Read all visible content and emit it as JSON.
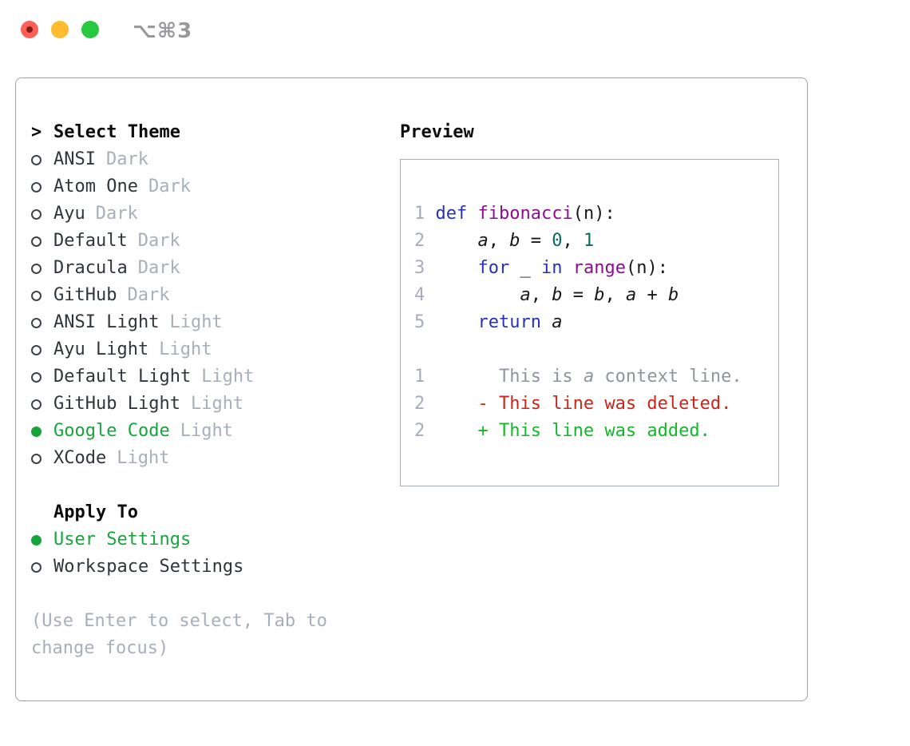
{
  "titlebar": {
    "title": "⌥⌘3",
    "buttons": [
      "close",
      "minimize",
      "zoom"
    ]
  },
  "theme_list": {
    "marker": ">",
    "header": "Select Theme",
    "items": [
      {
        "name": "ANSI",
        "variant": "Dark",
        "selected": false
      },
      {
        "name": "Atom One",
        "variant": "Dark",
        "selected": false
      },
      {
        "name": "Ayu",
        "variant": "Dark",
        "selected": false
      },
      {
        "name": "Default",
        "variant": "Dark",
        "selected": false
      },
      {
        "name": "Dracula",
        "variant": "Dark",
        "selected": false
      },
      {
        "name": "GitHub",
        "variant": "Dark",
        "selected": false
      },
      {
        "name": "ANSI Light",
        "variant": "Light",
        "selected": false
      },
      {
        "name": "Ayu Light",
        "variant": "Light",
        "selected": false
      },
      {
        "name": "Default Light",
        "variant": "Light",
        "selected": false
      },
      {
        "name": "GitHub Light",
        "variant": "Light",
        "selected": false
      },
      {
        "name": "Google Code",
        "variant": "Light",
        "selected": true
      },
      {
        "name": "XCode",
        "variant": "Light",
        "selected": false
      }
    ]
  },
  "apply_to": {
    "label": "Apply To",
    "options": [
      {
        "name": "User Settings",
        "selected": true
      },
      {
        "name": "Workspace Settings",
        "selected": false
      }
    ]
  },
  "hint": {
    "text": "(Use Enter to select, Tab to change focus)"
  },
  "preview": {
    "label": "Preview",
    "code_lines": [
      {
        "tokens": [
          [
            "num",
            "1"
          ],
          [
            "pln",
            " "
          ],
          [
            "kw",
            "def"
          ],
          [
            "pln",
            " "
          ],
          [
            "fn",
            "fibonacci"
          ],
          [
            "pln",
            "(n):"
          ]
        ]
      },
      {
        "tokens": [
          [
            "num",
            "2"
          ],
          [
            "pln",
            "     "
          ],
          [
            "var",
            "a"
          ],
          [
            "pln",
            ", "
          ],
          [
            "var",
            "b"
          ],
          [
            "pln",
            " = "
          ],
          [
            "lit",
            "0"
          ],
          [
            "pln",
            ", "
          ],
          [
            "lit",
            "1"
          ]
        ]
      },
      {
        "tokens": [
          [
            "num",
            "3"
          ],
          [
            "pln",
            "     "
          ],
          [
            "kw",
            "for"
          ],
          [
            "pln",
            " _ "
          ],
          [
            "kw",
            "in"
          ],
          [
            "pln",
            " "
          ],
          [
            "fn",
            "range"
          ],
          [
            "pln",
            "(n):"
          ]
        ]
      },
      {
        "tokens": [
          [
            "num",
            "4"
          ],
          [
            "pln",
            "         "
          ],
          [
            "var",
            "a"
          ],
          [
            "pln",
            ", "
          ],
          [
            "var",
            "b"
          ],
          [
            "pln",
            " = "
          ],
          [
            "var",
            "b"
          ],
          [
            "pln",
            ", "
          ],
          [
            "var",
            "a"
          ],
          [
            "pln",
            " + "
          ],
          [
            "var",
            "b"
          ]
        ]
      },
      {
        "tokens": [
          [
            "num",
            "5"
          ],
          [
            "pln",
            "     "
          ],
          [
            "kw",
            "return"
          ],
          [
            "pln",
            " "
          ],
          [
            "var",
            "a"
          ]
        ]
      },
      {
        "tokens": []
      },
      {
        "tokens": [
          [
            "num",
            "1"
          ],
          [
            "ctx",
            "       This is "
          ],
          [
            "ctx-i",
            "a"
          ],
          [
            "ctx",
            " context line."
          ]
        ]
      },
      {
        "tokens": [
          [
            "num",
            "2"
          ],
          [
            "del",
            "     - This line was deleted."
          ]
        ]
      },
      {
        "tokens": [
          [
            "num",
            "2"
          ],
          [
            "add",
            "     + This line was added."
          ]
        ]
      }
    ]
  },
  "colors": {
    "accent_green": "#17a53b",
    "keyword_blue": "#2632b9",
    "function_purple": "#8d0c94",
    "literal_teal": "#0a6a5f",
    "plain_text": "#17181c",
    "line_number_gray": "#a3adbb",
    "context_gray": "#8e959e",
    "deleted_red": "#cc2417",
    "added_green": "#0fba26",
    "traffic_red": "#ff5f57",
    "traffic_yellow": "#febc2e",
    "traffic_green": "#28c840"
  }
}
